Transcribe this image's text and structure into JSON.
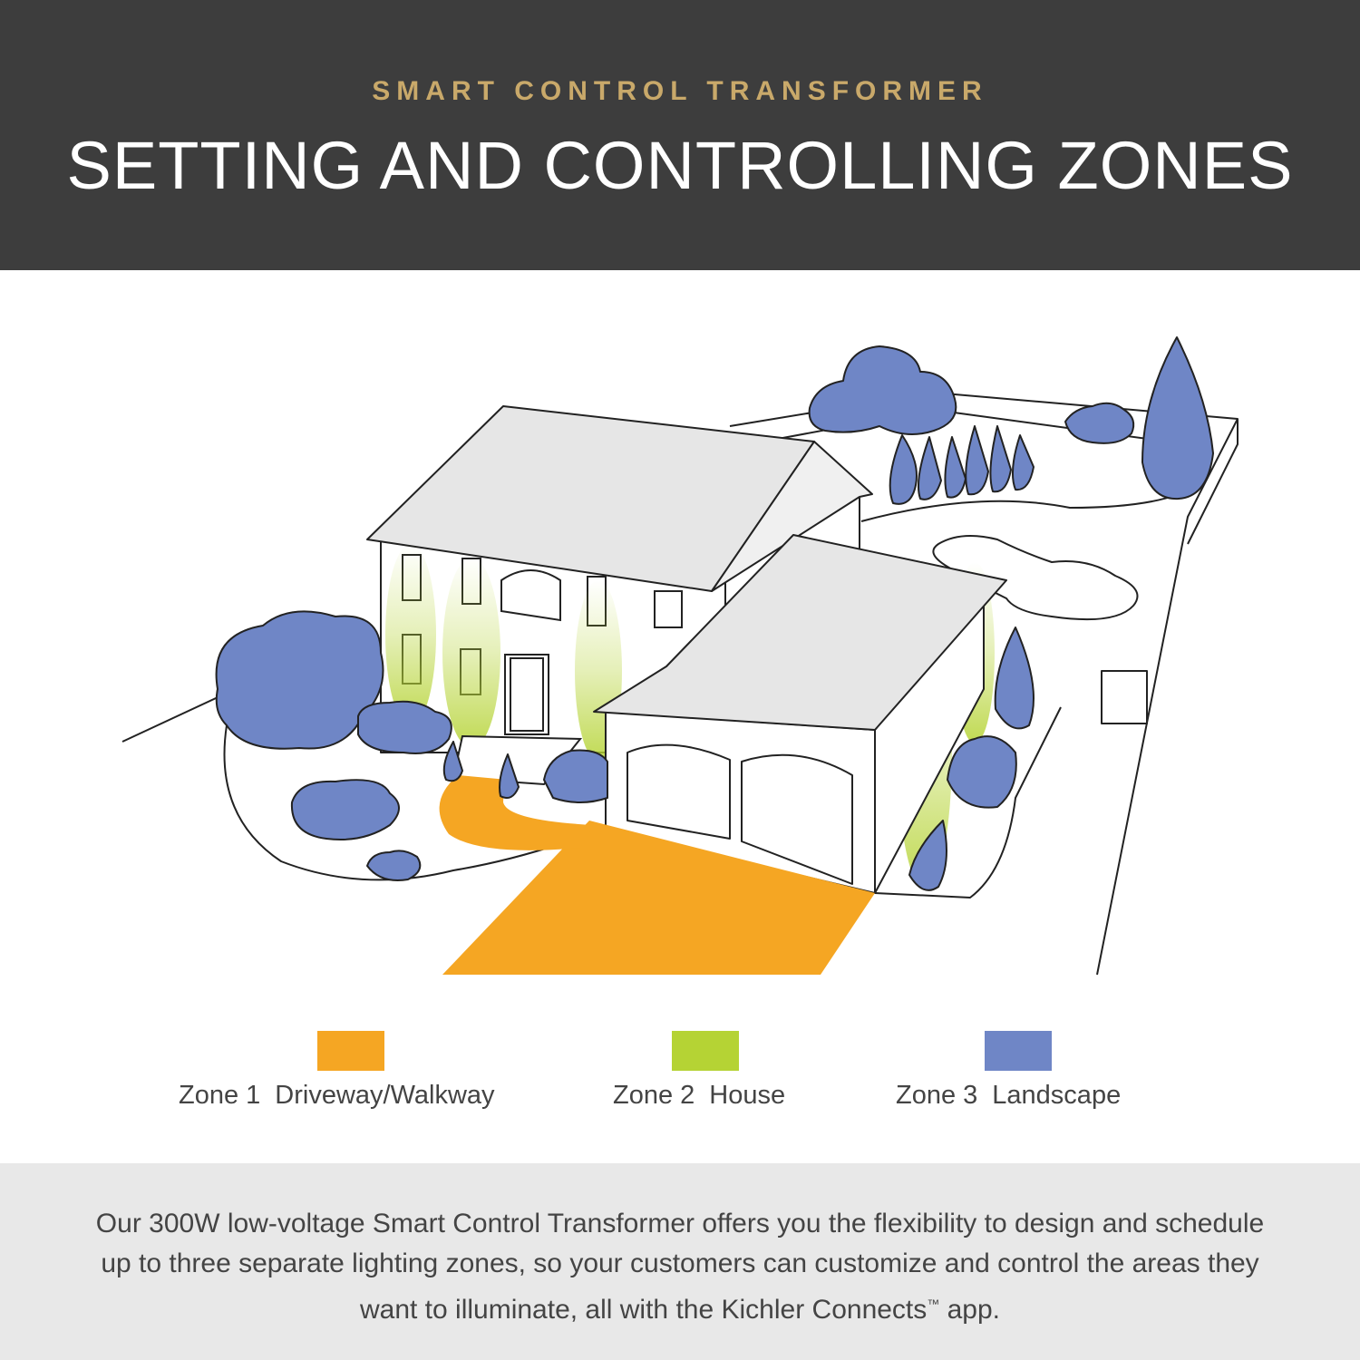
{
  "header": {
    "eyebrow": "SMART CONTROL TRANSFORMER",
    "title": "SETTING AND CONTROLLING ZONES"
  },
  "legend": [
    {
      "zone": "Zone 1",
      "label": "Driveway/Walkway",
      "color": "#f5a623"
    },
    {
      "zone": "Zone 2",
      "label": "House",
      "color": "#b5d334"
    },
    {
      "zone": "Zone 3",
      "label": "Landscape",
      "color": "#6f86c6"
    }
  ],
  "footer": {
    "text_before_tm": "Our 300W low-voltage Smart Control Transformer offers you the flexibility to design and schedule up to three separate lighting zones, so your customers can customize and control the areas they want to illuminate, all with the Kichler Connects",
    "tm": "™",
    "text_after_tm": " app."
  }
}
